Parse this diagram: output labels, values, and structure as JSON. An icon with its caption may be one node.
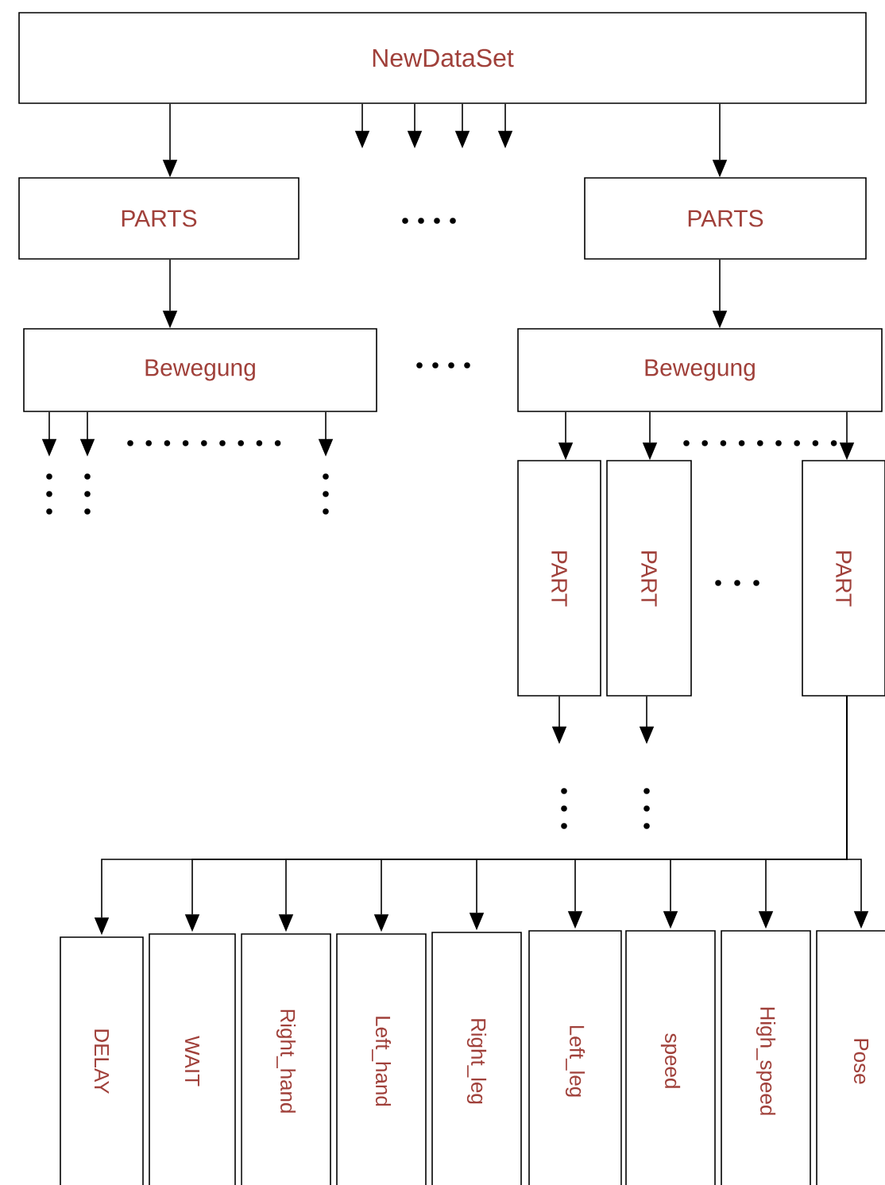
{
  "diagram": {
    "nodes": [
      {
        "text": [
          "NewDataSet"
        ]
      },
      {
        "text": [
          "PARTS"
        ]
      },
      {
        "text": [
          "PARTS"
        ]
      },
      {
        "text": [
          "Bewegung"
        ]
      },
      {
        "text": [
          "Bewegung"
        ]
      },
      {
        "text": [
          "PART"
        ]
      },
      {
        "text": [
          "PART"
        ]
      },
      {
        "text": [
          "PART"
        ]
      },
      {
        "text": [
          "DELAY"
        ]
      },
      {
        "text": [
          "WAIT"
        ]
      },
      {
        "text": [
          "Right_hand"
        ]
      },
      {
        "text": [
          "Left_hand"
        ]
      },
      {
        "text": [
          "Right_leg"
        ]
      },
      {
        "text": [
          "Left_leg"
        ]
      },
      {
        "text": [
          "speed"
        ]
      },
      {
        "text": [
          "High_speed"
        ]
      },
      {
        "text": [
          "Pose"
        ]
      }
    ],
    "edges": [
      {
        "from": 0,
        "to": 1,
        "arrow": "to"
      },
      {
        "from": 0,
        "to": null,
        "arrow": "to"
      },
      {
        "from": 0,
        "to": null,
        "arrow": "to"
      },
      {
        "from": 0,
        "to": null,
        "arrow": "to"
      },
      {
        "from": 0,
        "to": null,
        "arrow": "to"
      },
      {
        "from": 0,
        "to": 2,
        "arrow": "to"
      },
      {
        "from": 1,
        "to": 3,
        "arrow": "to"
      },
      {
        "from": 2,
        "to": 4,
        "arrow": "to"
      },
      {
        "from": 3,
        "to": null,
        "arrow": "to"
      },
      {
        "from": 3,
        "to": null,
        "arrow": "to"
      },
      {
        "from": 3,
        "to": null,
        "arrow": "to"
      },
      {
        "from": 4,
        "to": 5,
        "arrow": "to"
      },
      {
        "from": 4,
        "to": 6,
        "arrow": "to"
      },
      {
        "from": 4,
        "to": 7,
        "arrow": "to"
      },
      {
        "from": 5,
        "to": null,
        "arrow": "to"
      },
      {
        "from": 6,
        "to": null,
        "arrow": "to"
      },
      {
        "from": 7,
        "to": 8,
        "arrow": "to"
      },
      {
        "from": 7,
        "to": 9,
        "arrow": "to"
      },
      {
        "from": 7,
        "to": 10,
        "arrow": "to"
      },
      {
        "from": 7,
        "to": 11,
        "arrow": "to"
      },
      {
        "from": 7,
        "to": 12,
        "arrow": "to"
      },
      {
        "from": 7,
        "to": 13,
        "arrow": "to"
      },
      {
        "from": 7,
        "to": 14,
        "arrow": "to"
      },
      {
        "from": 7,
        "to": 15,
        "arrow": "to"
      },
      {
        "from": 7,
        "to": 16,
        "arrow": "to"
      }
    ]
  }
}
